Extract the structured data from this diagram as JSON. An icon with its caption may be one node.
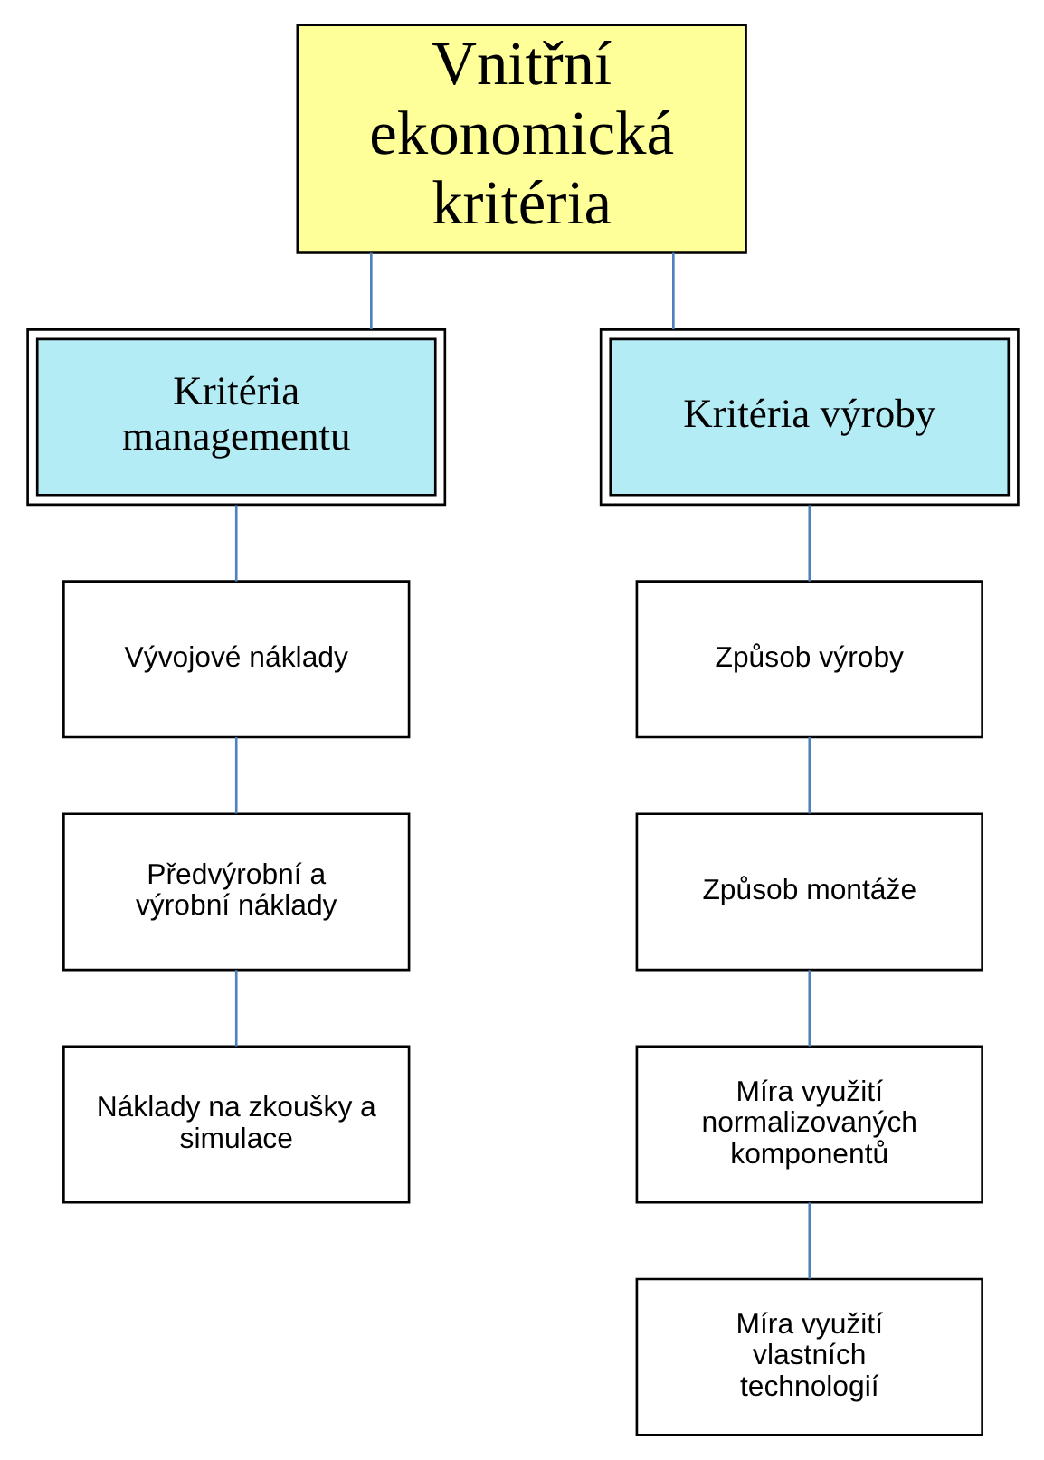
{
  "diagram": {
    "nodes": [
      {
        "text": [
          "Vnitřní ekonomická kritéria"
        ]
      },
      {
        "text": [
          "Kritéria managementu"
        ]
      },
      {
        "text": [
          "Kritéria výroby"
        ]
      },
      {
        "text": [
          "Vývojové náklady"
        ]
      },
      {
        "text": [
          "Předvýrobní a výrobní náklady"
        ]
      },
      {
        "text": [
          "Náklady na zkoušky a simulace"
        ]
      },
      {
        "text": [
          "Způsob výroby"
        ]
      },
      {
        "text": [
          "Způsob montáže"
        ]
      },
      {
        "text": [
          "Míra využití normalizovaných komponentů"
        ]
      },
      {
        "text": [
          "Míra využití vlastních technologií"
        ]
      }
    ],
    "edges": [
      {
        "from": 0,
        "to": 1,
        "arrow": "none"
      },
      {
        "from": 0,
        "to": 2,
        "arrow": "none"
      },
      {
        "from": 1,
        "to": 3,
        "arrow": "none"
      },
      {
        "from": 3,
        "to": 4,
        "arrow": "none"
      },
      {
        "from": 4,
        "to": 5,
        "arrow": "none"
      },
      {
        "from": 2,
        "to": 6,
        "arrow": "none"
      },
      {
        "from": 6,
        "to": 7,
        "arrow": "none"
      },
      {
        "from": 7,
        "to": 8,
        "arrow": "none"
      },
      {
        "from": 8,
        "to": 9,
        "arrow": "none"
      }
    ]
  }
}
